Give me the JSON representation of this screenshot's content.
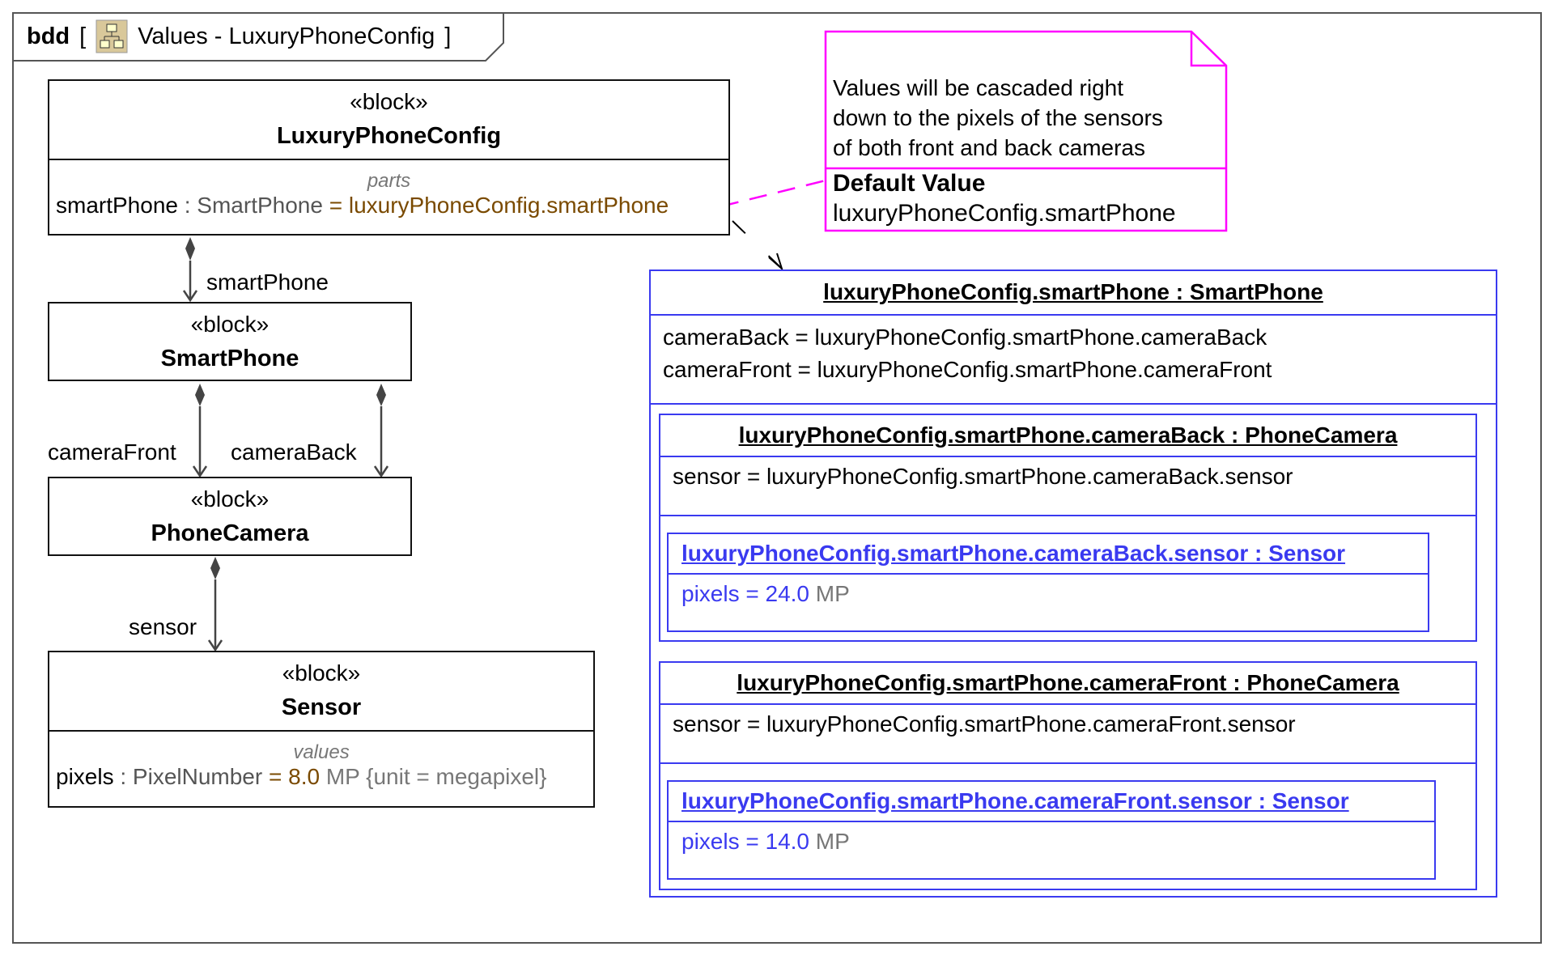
{
  "diagram": {
    "kind": "bdd",
    "title": "Values - LuxuryPhoneConfig",
    "icon": "diagram-icon"
  },
  "blocks": {
    "luxury": {
      "stereotype": "«block»",
      "name": "LuxuryPhoneConfig",
      "compartment": "parts",
      "attr_name": "smartPhone",
      "attr_type": " : SmartPhone",
      "attr_value": "= luxuryPhoneConfig.smartPhone"
    },
    "smartphone": {
      "stereotype": "«block»",
      "name": "SmartPhone"
    },
    "camera": {
      "stereotype": "«block»",
      "name": "PhoneCamera"
    },
    "sensor": {
      "stereotype": "«block»",
      "name": "Sensor",
      "compartment": "values",
      "attr_name": "pixels",
      "attr_type": " : PixelNumber",
      "attr_value": "= 8.0",
      "attr_unit": " MP {unit = megapixel}"
    }
  },
  "associations": {
    "smartPhone": "smartPhone",
    "cameraFront": "cameraFront",
    "cameraBack": "cameraBack",
    "sensor": "sensor"
  },
  "note": {
    "lines": [
      "Values will be cascaded right",
      "down to the pixels of the sensors",
      "of both front and back cameras"
    ],
    "section_title": "Default Value",
    "section_value": "luxuryPhoneConfig.smartPhone"
  },
  "instances": {
    "phone": {
      "title": "luxuryPhoneConfig.smartPhone : SmartPhone",
      "slots": [
        "cameraBack = luxuryPhoneConfig.smartPhone.cameraBack",
        "cameraFront = luxuryPhoneConfig.smartPhone.cameraFront"
      ]
    },
    "back": {
      "title": "luxuryPhoneConfig.smartPhone.cameraBack : PhoneCamera",
      "slot": "sensor = luxuryPhoneConfig.smartPhone.cameraBack.sensor",
      "sensor_title": "luxuryPhoneConfig.smartPhone.cameraBack.sensor : Sensor",
      "pixels": "pixels = 24.0",
      "unit": " MP"
    },
    "front": {
      "title": "luxuryPhoneConfig.smartPhone.cameraFront : PhoneCamera",
      "slot": "sensor = luxuryPhoneConfig.smartPhone.cameraFront.sensor",
      "sensor_title": "luxuryPhoneConfig.smartPhone.cameraFront.sensor : Sensor",
      "pixels": "pixels = 14.0",
      "unit": " MP"
    }
  },
  "colors": {
    "instance": "#3a3af0",
    "note": "#ff00ff",
    "value": "#7a4a00"
  }
}
